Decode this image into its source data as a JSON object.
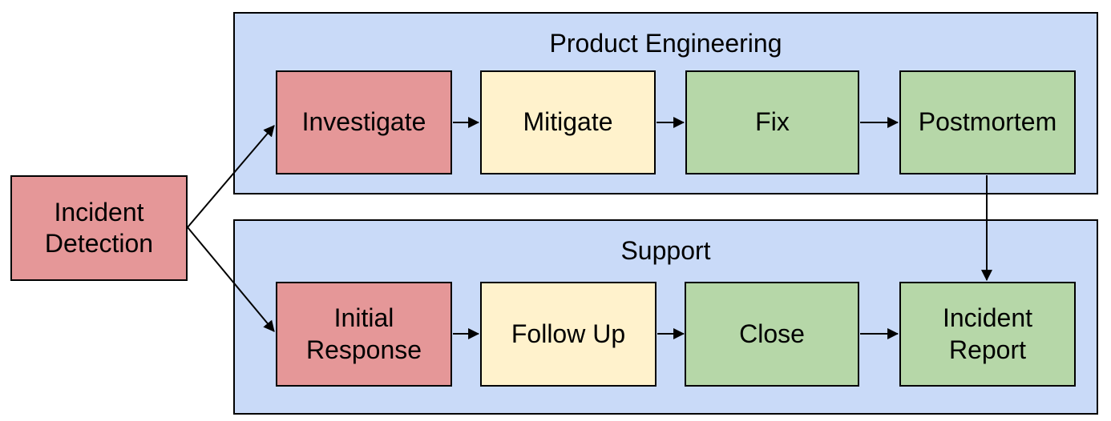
{
  "diagram": {
    "type": "flowchart",
    "background": "#ffffff",
    "palette": {
      "lane_fill": "#c9daf8",
      "red_fill": "#e59798",
      "yellow_fill": "#fff2cc",
      "green_fill": "#b6d7a8",
      "border": "#000000",
      "text": "#000000",
      "arrow": "#000000"
    },
    "start_node": {
      "label": "Incident\nDetection",
      "color_role": "red"
    },
    "lanes": [
      {
        "title": "Product Engineering",
        "boxes": [
          {
            "label": "Investigate",
            "color_role": "red"
          },
          {
            "label": "Mitigate",
            "color_role": "yellow"
          },
          {
            "label": "Fix",
            "color_role": "green"
          },
          {
            "label": "Postmortem",
            "color_role": "green"
          }
        ]
      },
      {
        "title": "Support",
        "boxes": [
          {
            "label": "Initial\nResponse",
            "color_role": "red"
          },
          {
            "label": "Follow Up",
            "color_role": "yellow"
          },
          {
            "label": "Close",
            "color_role": "green"
          },
          {
            "label": "Incident\nReport",
            "color_role": "green"
          }
        ]
      }
    ],
    "connections": [
      {
        "from": "Incident Detection",
        "to": "Investigate"
      },
      {
        "from": "Incident Detection",
        "to": "Initial Response"
      },
      {
        "from": "Investigate",
        "to": "Mitigate"
      },
      {
        "from": "Mitigate",
        "to": "Fix"
      },
      {
        "from": "Fix",
        "to": "Postmortem"
      },
      {
        "from": "Postmortem",
        "to": "Incident Report"
      },
      {
        "from": "Initial Response",
        "to": "Follow Up"
      },
      {
        "from": "Follow Up",
        "to": "Close"
      },
      {
        "from": "Close",
        "to": "Incident Report"
      }
    ]
  }
}
